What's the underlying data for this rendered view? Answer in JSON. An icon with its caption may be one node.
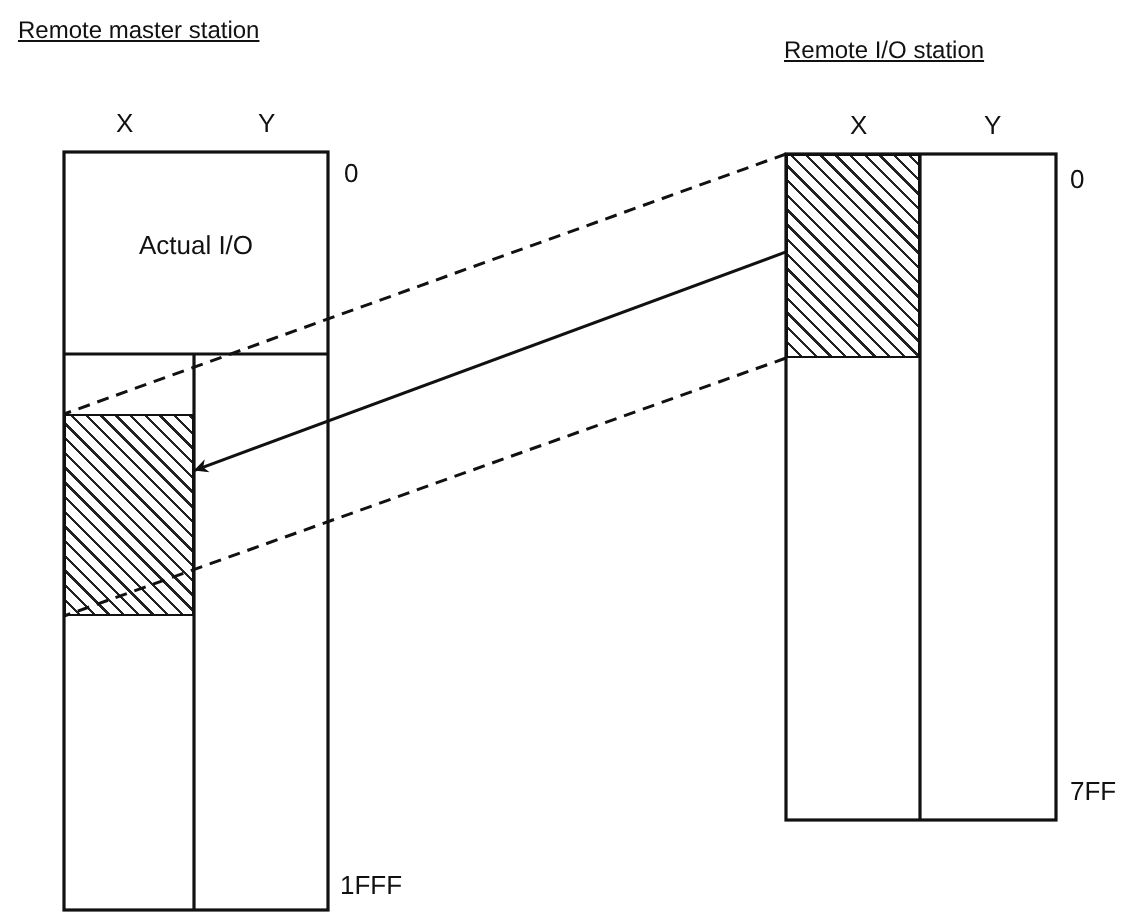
{
  "diagram": {
    "nodes": [
      {
        "text": [
          "Actual I/O"
        ]
      },
      {
        "text": [],
        "shape": "box"
      },
      {
        "text": [],
        "shape": "box"
      }
    ],
    "edges": [
      {
        "from": 2,
        "to": 1,
        "arrow": "none",
        "style": "dashed"
      },
      {
        "from": 2,
        "to": 1,
        "arrow": "to"
      },
      {
        "from": 2,
        "to": 1,
        "arrow": "none",
        "style": "dashed"
      }
    ],
    "labels": [
      "Remote master station",
      "Remote I/O station",
      "X",
      "Y",
      "X",
      "Y",
      "0",
      "0",
      "1FFF",
      "7FF"
    ]
  }
}
